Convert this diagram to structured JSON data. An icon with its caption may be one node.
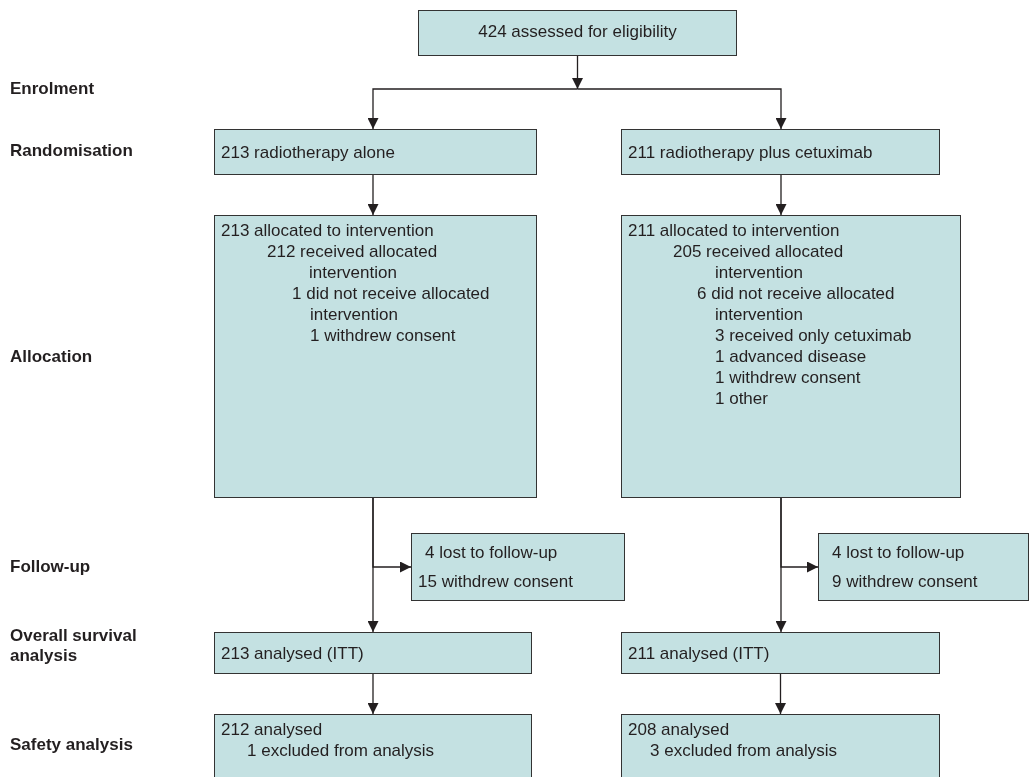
{
  "diagram": {
    "nodes": [
      {
        "text": [
          "424 assessed for eligibility"
        ]
      },
      {
        "text": [
          "213 radiotherapy alone"
        ]
      },
      {
        "text": [
          "211 radiotherapy plus cetuximab"
        ]
      },
      {
        "text": [
          "213 allocated to intervention",
          "212 received allocated intervention",
          "1 did not receive allocated intervention",
          "1 withdrew consent"
        ]
      },
      {
        "text": [
          "211 allocated to intervention",
          "205 received allocated intervention",
          "6 did not receive allocated intervention",
          "3 received only cetuximab",
          "1 advanced disease",
          "1 withdrew consent",
          "1 other"
        ]
      },
      {
        "text": [
          "4 lost to follow-up",
          "15 withdrew consent"
        ]
      },
      {
        "text": [
          "4 lost to follow-up",
          "9 withdrew consent"
        ]
      },
      {
        "text": [
          "213 analysed (ITT)"
        ]
      },
      {
        "text": [
          "211 analysed (ITT)"
        ]
      },
      {
        "text": [
          "212 analysed",
          "1 excluded from analysis"
        ]
      },
      {
        "text": [
          "208 analysed",
          "3 excluded from analysis"
        ]
      }
    ],
    "edges": [
      {
        "from": 0,
        "to": 1,
        "arrow": "to"
      },
      {
        "from": 0,
        "to": 2,
        "arrow": "to"
      },
      {
        "from": 1,
        "to": 3,
        "arrow": "to"
      },
      {
        "from": 2,
        "to": 4,
        "arrow": "to"
      },
      {
        "from": 3,
        "to": 5,
        "arrow": "to"
      },
      {
        "from": 3,
        "to": 7,
        "arrow": "to"
      },
      {
        "from": 4,
        "to": 6,
        "arrow": "to"
      },
      {
        "from": 4,
        "to": 8,
        "arrow": "to"
      },
      {
        "from": 7,
        "to": 9,
        "arrow": "to"
      },
      {
        "from": 8,
        "to": 10,
        "arrow": "to"
      }
    ],
    "labels": [
      "Enrolment",
      "Randomisation",
      "Allocation",
      "Follow-up",
      "Overall survival analysis",
      "Safety analysis"
    ]
  }
}
